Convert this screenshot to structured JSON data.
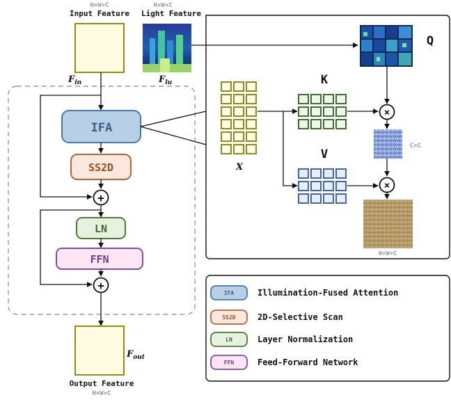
{
  "colors": {
    "ifa_fill": "#b7d0e6",
    "ifa_stroke": "#4a76a8",
    "ss2d_fill": "#fbe8dc",
    "ss2d_stroke": "#b4653a",
    "ln_fill": "#e6f2df",
    "ln_stroke": "#4a7a35",
    "ffn_fill": "#fde6f3",
    "ffn_stroke": "#7b4ea6",
    "x_stroke": "#8c8c14",
    "k_stroke": "#3e6e2e",
    "v_stroke": "#3e67a8",
    "input_fill": "#fffbe0",
    "input_stroke": "#8c8c14"
  },
  "labels": {
    "input_dim": "H×W×C",
    "input_title": "Input Feature",
    "light_dim": "H×W×C",
    "light_title": "Light Feature",
    "f_in": "F",
    "f_in_sub": "in",
    "f_lu": "F",
    "f_lu_sub": "lu",
    "ifa": "IFA",
    "ss2d": "SS2D",
    "ln": "LN",
    "ffn": "FFN",
    "plus": "+",
    "times": "×",
    "x": "X",
    "k": "K",
    "v": "V",
    "q": "Q",
    "cxc": "C×C",
    "out_dim_right": "H×W×C",
    "f_out": "F",
    "f_out_sub": "out",
    "output_title": "Output Feature",
    "output_dim": "H×W×C"
  },
  "legend": [
    {
      "tag": "IFA",
      "text": "Illumination-Fused Attention"
    },
    {
      "tag": "SS2D",
      "text": "2D-Selective Scan"
    },
    {
      "tag": "LN",
      "text": "Layer Normalization"
    },
    {
      "tag": "FFN",
      "text": "Feed-Forward Network"
    }
  ]
}
